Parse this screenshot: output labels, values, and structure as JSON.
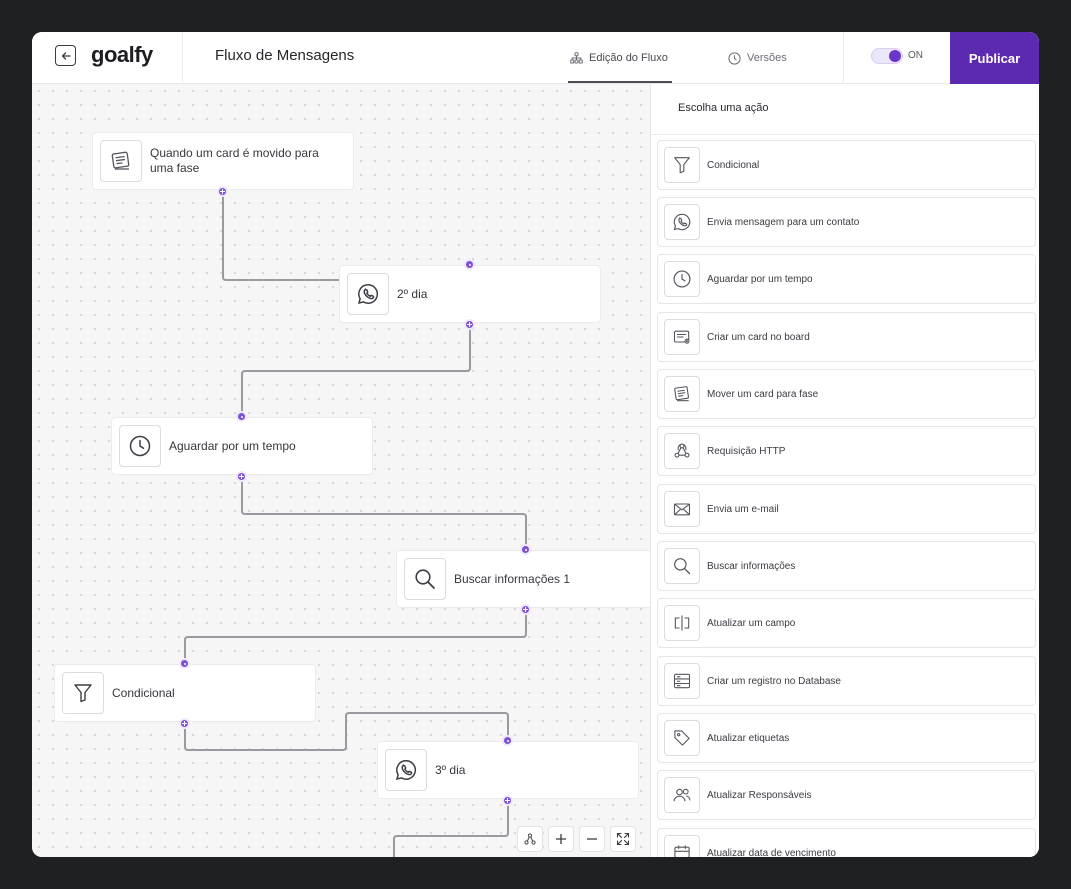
{
  "header": {
    "logo": "goalfy",
    "title": "Fluxo de Mensagens",
    "tab_edit": "Edição do Fluxo",
    "tab_versions": "Versões",
    "toggle_label": "ON",
    "publish_label": "Publicar"
  },
  "flow": {
    "nodes": [
      {
        "label": "Quando um card é movido para uma fase",
        "icon": "move-card-icon"
      },
      {
        "label": "2º dia",
        "icon": "whatsapp-icon"
      },
      {
        "label": "Aguardar por um tempo",
        "icon": "clock-icon"
      },
      {
        "label": "Buscar informações 1",
        "icon": "search-icon"
      },
      {
        "label": "Condicional",
        "icon": "filter-icon"
      },
      {
        "label": "3º dia",
        "icon": "whatsapp-icon"
      }
    ]
  },
  "panel": {
    "title": "Escolha uma ação",
    "actions": [
      {
        "label": "Condicional",
        "icon": "filter-icon"
      },
      {
        "label": "Envia mensagem para um contato",
        "icon": "whatsapp-icon"
      },
      {
        "label": "Aguardar por um tempo",
        "icon": "clock-icon"
      },
      {
        "label": "Criar um card no board",
        "icon": "create-card-icon"
      },
      {
        "label": "Mover um card para fase",
        "icon": "move-card-icon"
      },
      {
        "label": "Requisição HTTP",
        "icon": "webhook-icon"
      },
      {
        "label": "Envia um e-mail",
        "icon": "mail-icon"
      },
      {
        "label": "Buscar informações",
        "icon": "search-icon"
      },
      {
        "label": "Atualizar um campo",
        "icon": "field-icon"
      },
      {
        "label": "Criar um registro no Database",
        "icon": "database-icon"
      },
      {
        "label": "Atualizar etiquetas",
        "icon": "tag-icon"
      },
      {
        "label": "Atualizar Responsáveis",
        "icon": "users-icon"
      },
      {
        "label": "Atualizar data de vencimento",
        "icon": "calendar-icon"
      }
    ]
  },
  "colors": {
    "accent": "#5b2ab0",
    "port": "#7c4fd6",
    "edge": "#9a9aa0"
  }
}
